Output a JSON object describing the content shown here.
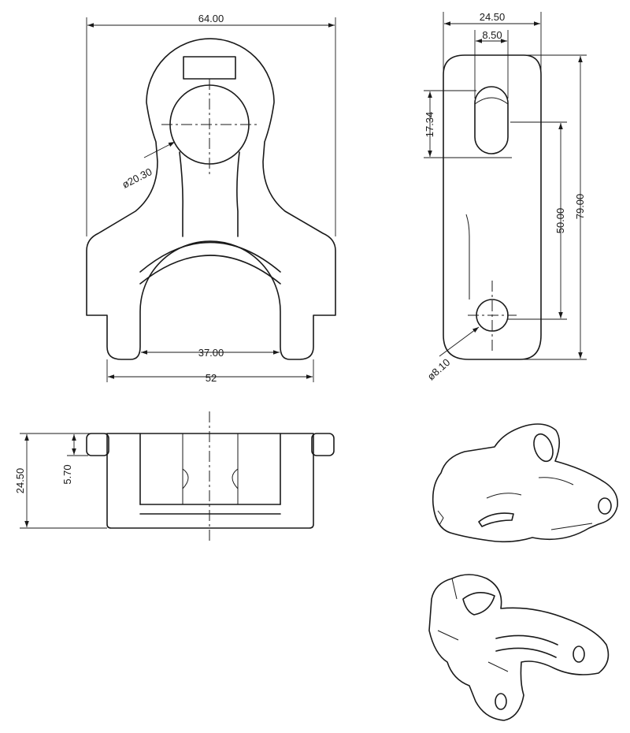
{
  "dimensions": {
    "overall_width": "64.00",
    "bore_diameter": "ø20.30",
    "slot_width": "37.00",
    "base_width": "52",
    "side_width": "24.50",
    "slot_width_side": "8.50",
    "slot_length": "17.34",
    "hole_spacing": "50.00",
    "overall_length": "79.00",
    "small_hole_diameter": "ø8.10",
    "bottom_height": "24.50",
    "flange_thickness": "5.70"
  },
  "colors": {
    "line": "#1a1a1a",
    "background": "#ffffff"
  }
}
